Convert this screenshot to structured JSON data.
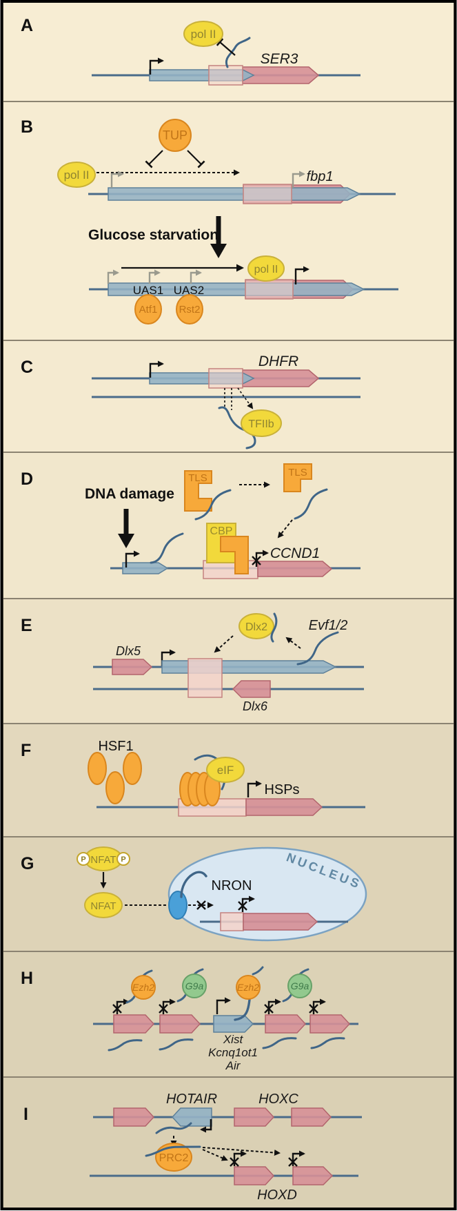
{
  "figure_type": "lncRNA mechanisms multi-panel diagram",
  "colors": {
    "frame": "#000000",
    "separator": "#8b8371",
    "bg_top": "#f7edd3",
    "bg_bottom": "#dad0b4",
    "dna": "#4a6b8a",
    "rna": "#3f6587",
    "lncrna_gene_blue": "#94b2c4",
    "mrna_gene_pink": "#d69097",
    "promoter_box_pink": "#f3d2ca",
    "protein_yellow": "#f2d93b",
    "protein_orange": "#f7a93a",
    "protein_green": "#92c98e",
    "nucleus_fill": "#d9e7f2",
    "pore_blue": "#4aa0d8"
  },
  "a": {
    "panel": "A",
    "pol2": "pol II",
    "gene": "SER3"
  },
  "b": {
    "panel": "B",
    "tup": "TUP",
    "pol2": "pol II",
    "gene": "fbp1",
    "condition": "Glucose starvation",
    "uas1": "UAS1",
    "uas2": "UAS2",
    "atf1": "Atf1",
    "rst2": "Rst2",
    "pol2b": "pol II"
  },
  "c": {
    "panel": "C",
    "gene": "DHFR",
    "tfiib": "TFIIb"
  },
  "d": {
    "panel": "D",
    "trigger": "DNA damage",
    "tls1": "TLS",
    "tls2": "TLS",
    "cbp": "CBP",
    "gene": "CCND1"
  },
  "e": {
    "panel": "E",
    "dlx5": "Dlx5",
    "dlx2": "Dlx2",
    "evf": "Evf1/2",
    "dlx6": "Dlx6"
  },
  "f": {
    "panel": "F",
    "hsf1": "HSF1",
    "eif": "eIF",
    "gene": "HSPs"
  },
  "g": {
    "panel": "G",
    "p1": "P",
    "p2": "P",
    "nfat_p": "NFAT",
    "nfat": "NFAT",
    "nron": "NRON",
    "nucleus": "NUCLEUS"
  },
  "h": {
    "panel": "H",
    "ezh2a": "Ezh2",
    "g9aa": "G9a",
    "ezh2b": "Ezh2",
    "g9ab": "G9a",
    "rna1": "Xist",
    "rna2": "Kcnq1ot1",
    "rna3": "Air"
  },
  "i": {
    "panel": "I",
    "hotair": "HOTAIR",
    "hoxc": "HOXC",
    "prc2": "PRC2",
    "hoxd": "HOXD"
  }
}
